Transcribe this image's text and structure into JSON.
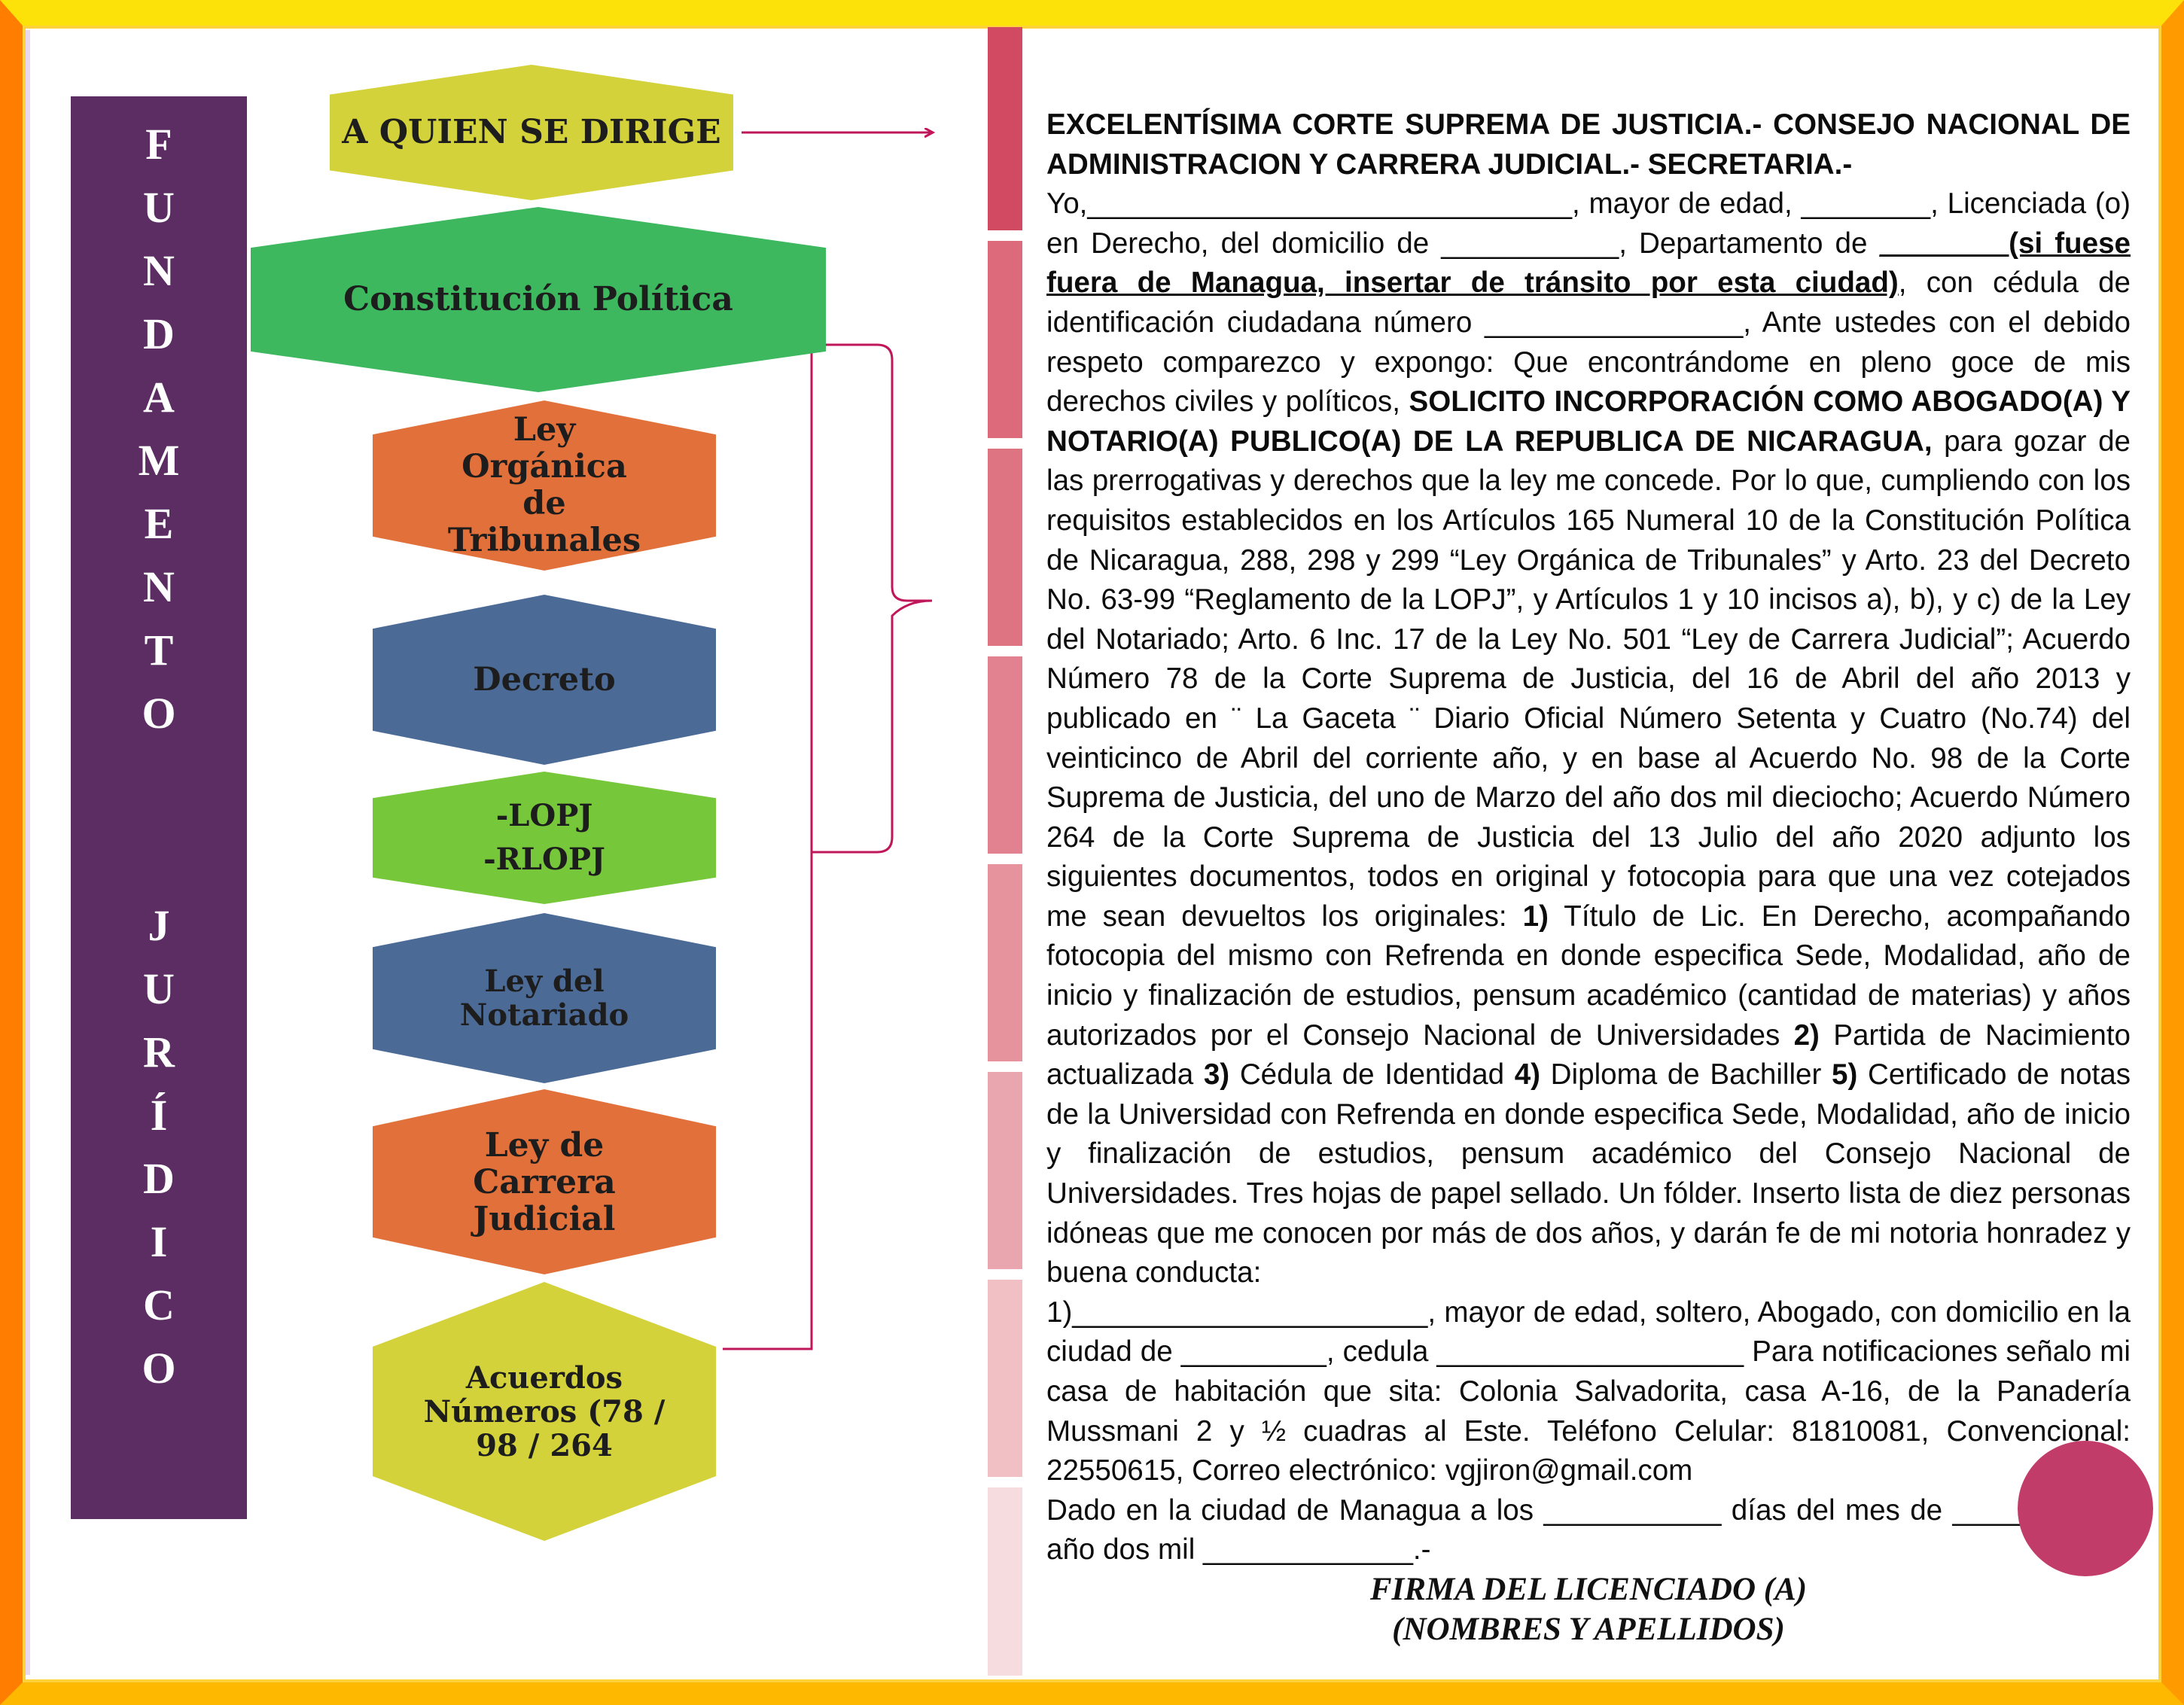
{
  "colors": {
    "vertical_bar": "#5b2d63",
    "hex_yellow": "#d3d23a",
    "hex_green": "#3db85f",
    "hex_orange": "#e1703a",
    "hex_blue": "#4b6a96",
    "hex_lime": "#76c83a",
    "connector": "#c0175a",
    "dot": "#c23c6a"
  },
  "diagram": {
    "vertical_title_1": "FUNDAMENTO",
    "vertical_title_2": "JURÍDICO",
    "nodes": [
      {
        "id": "quien",
        "lines": [
          "A QUIEN SE DIRIGE"
        ],
        "color": "hex_yellow"
      },
      {
        "id": "constitucion",
        "lines": [
          "Constitución Política"
        ],
        "color": "hex_green"
      },
      {
        "id": "lot",
        "lines": [
          "Ley",
          "Orgánica",
          "de",
          "Tribunales"
        ],
        "color": "hex_orange"
      },
      {
        "id": "decreto",
        "lines": [
          "Decreto"
        ],
        "color": "hex_blue"
      },
      {
        "id": "lopj",
        "lines": [
          "-LOPJ",
          "-RLOPJ"
        ],
        "color": "hex_lime"
      },
      {
        "id": "notariado",
        "lines": [
          "Ley del",
          "Notariado"
        ],
        "color": "hex_blue"
      },
      {
        "id": "carrera",
        "lines": [
          "Ley de",
          "Carrera",
          "Judicial"
        ],
        "color": "hex_orange"
      },
      {
        "id": "acuerdos",
        "lines": [
          "Acuerdos",
          "Números (78 /",
          "98 / 264"
        ],
        "color": "hex_yellow"
      }
    ]
  },
  "letter": {
    "header": "EXCELENTÍSIMA CORTE SUPREMA DE JUSTICIA.- CONSEJO NACIONAL DE ADMINISTRACION Y CARRERA JUDICIAL.- SECRETARIA.-",
    "p1_a": "Yo,______________________________, mayor de edad, ________, Licenciada (o) en Derecho, del domicilio de ___________, Departamento de ",
    "p1_b": "________(si fuese fuera de Managua, insertar de tránsito por esta ciudad)",
    "p1_c": ", con cédula de identificación ciudadana número ________________, Ante ustedes con el debido respeto comparezco y expongo: Que encontrándome en pleno goce de mis derechos civiles y políticos, ",
    "p1_d": "SOLICITO INCORPORACIÓN COMO ABOGADO(A) Y NOTARIO(A) PUBLICO(A) DE LA REPUBLICA DE NICARAGUA,",
    "p1_e": " para gozar de las prerrogativas y derechos que la ley me concede. Por lo que, cumpliendo con los requisitos establecidos en los Artículos 165 Numeral 10 de la Constitución Política de Nicaragua, 288, 298 y 299 “Ley Orgánica de Tribunales” y Arto. 23 del Decreto No. 63-99 “Reglamento de la LOPJ”, y Artículos 1 y 10 incisos a), b), y c) de la Ley del Notariado; Arto. 6 Inc. 17 de la Ley No. 501 “Ley de Carrera Judicial”; Acuerdo Número 78 de la Corte Suprema de Justicia, del 16 de Abril del año 2013 y publicado en ¨ La Gaceta ¨ Diario Oficial Número Setenta y Cuatro (No.74) del veinticinco de Abril del corriente año, y en base al Acuerdo No. 98 de la Corte Suprema de Justicia, del uno de Marzo del año dos mil dieciocho; Acuerdo Número 264 de la Corte Suprema de Justicia del 13 Julio del año 2020 adjunto los siguientes documentos, todos en original y fotocopia para que una vez cotejados me sean devueltos los originales: ",
    "n1": "1)",
    "t1": " Título de Lic. En Derecho, acompañando fotocopia del mismo con Refrenda en donde especifica Sede, Modalidad, año de inicio y finalización de estudios, pensum académico (cantidad de materias) y años autorizados por el Consejo Nacional de Universidades ",
    "n2": "2)",
    "t2": " Partida de Nacimiento actualizada ",
    "n3": "3)",
    "t3": " Cédula de Identidad ",
    "n4": "4)",
    "t4": " Diploma de Bachiller ",
    "n5": "5)",
    "t5": " Certificado de notas de la Universidad con Refrenda en donde especifica Sede, Modalidad, año de inicio y finalización de estudios, pensum académico del Consejo Nacional de Universidades. Tres hojas de papel sellado. Un fólder. Inserto lista de diez personas idóneas que me conocen por más de dos años, y darán fe de mi notoria honradez y buena conducta:",
    "p2": " 1)______________________, mayor de edad, soltero, Abogado, con domicilio en la ciudad de _________, cedula ___________________ Para notificaciones señalo mi casa de habitación que sita: Colonia Salvadorita, casa A-16, de la Panadería Mussmani 2 y ½ cuadras al Este. Teléfono Celular: 81810081, Convencional: 22550615, Correo electrónico: vgjiron@gmail.com",
    "p3": "Dado en la ciudad de Managua a los ___________ días del mes de ________ del año dos mil _____________.-",
    "firma_1": "FIRMA DEL LICENCIADO (A)",
    "firma_2": "(NOMBRES Y APELLIDOS)"
  }
}
